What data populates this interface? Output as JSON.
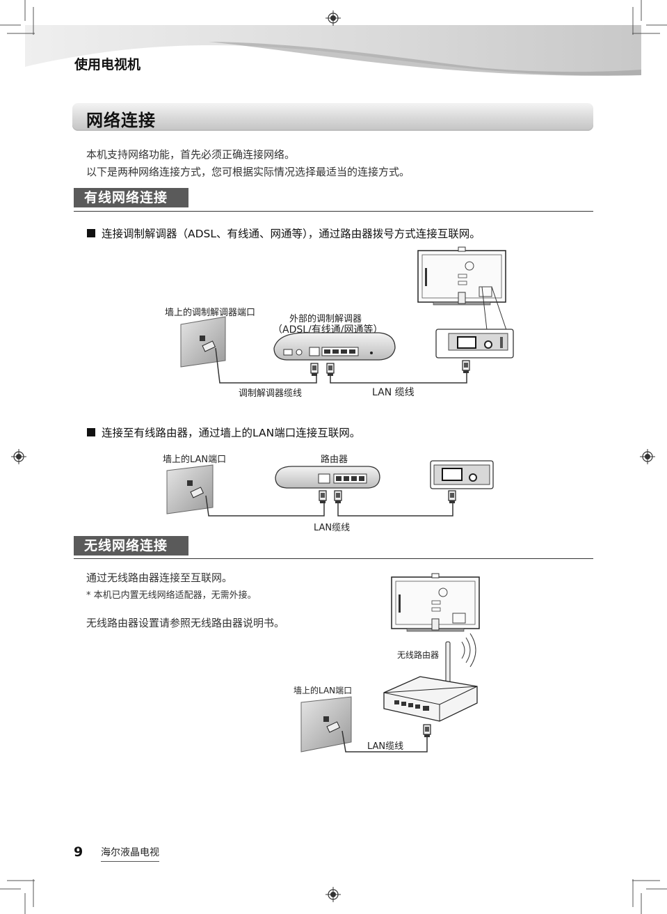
{
  "header": {
    "chapter": "使用电视机"
  },
  "page_title": "网络连接",
  "intro": [
    "本机支持网络功能，首先必须正确连接网络。",
    "以下是两种网络连接方式，您可根据实际情况选择最适当的连接方式。"
  ],
  "wired": {
    "heading": "有线网络连接",
    "modem": {
      "bullet": "连接调制解调器（ADSL、有线通、网通等），通过路由器拨号方式连接互联网。",
      "wall_port_label": "墙上的调制解调器端口",
      "modem_label_1": "外部的调制解调器",
      "modem_label_2": "（ADSL/有线通/网通等）",
      "cable_left": "调制解调器缆线",
      "cable_right": "LAN 缆线"
    },
    "router": {
      "bullet": "连接至有线路由器，通过墙上的LAN端口连接互联网。",
      "wall_port_label": "墙上的LAN端口",
      "router_label": "路由器",
      "cable_label": "LAN缆线"
    }
  },
  "wireless": {
    "heading": "无线网络连接",
    "line1": "通过无线路由器连接至互联网。",
    "note": "* 本机已内置无线网络适配器，无需外接。",
    "line2": "无线路由器设置请参照无线路由器说明书。",
    "router_label": "无线路由器",
    "wall_port_label": "墙上的LAN端口",
    "cable_label": "LAN缆线"
  },
  "footer": {
    "page_number": "9",
    "brand": "海尔液晶电视"
  }
}
